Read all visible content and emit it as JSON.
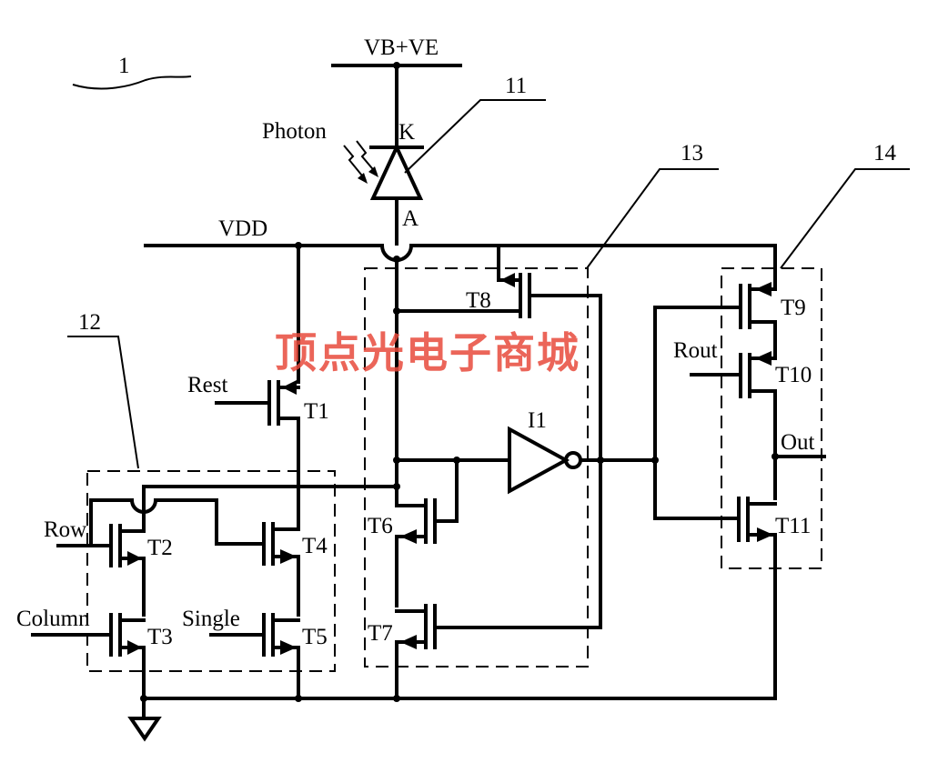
{
  "labels": {
    "fig": "1",
    "supply_top": "VB+VE",
    "photon": "Photon",
    "cathode": "K",
    "anode": "A",
    "vdd": "VDD",
    "rest": "Rest",
    "row": "Row",
    "column": "Column",
    "single": "Single",
    "rout": "Rout",
    "out": "Out",
    "inverter": "I1",
    "t1": "T1",
    "t2": "T2",
    "t3": "T3",
    "t4": "T4",
    "t5": "T5",
    "t6": "T6",
    "t7": "T7",
    "t8": "T8",
    "t9": "T9",
    "t10": "T10",
    "t11": "T11",
    "ref11": "11",
    "ref12": "12",
    "ref13": "13",
    "ref14": "14"
  },
  "watermark": "顶点光电子商城",
  "colors": {
    "line": "#000000",
    "watermark": "#e84a3c",
    "background": "#ffffff"
  },
  "icons": [
    "ground-icon",
    "photodiode-icon",
    "inverter-icon",
    "transistor-icon",
    "light-arrows-icon"
  ]
}
